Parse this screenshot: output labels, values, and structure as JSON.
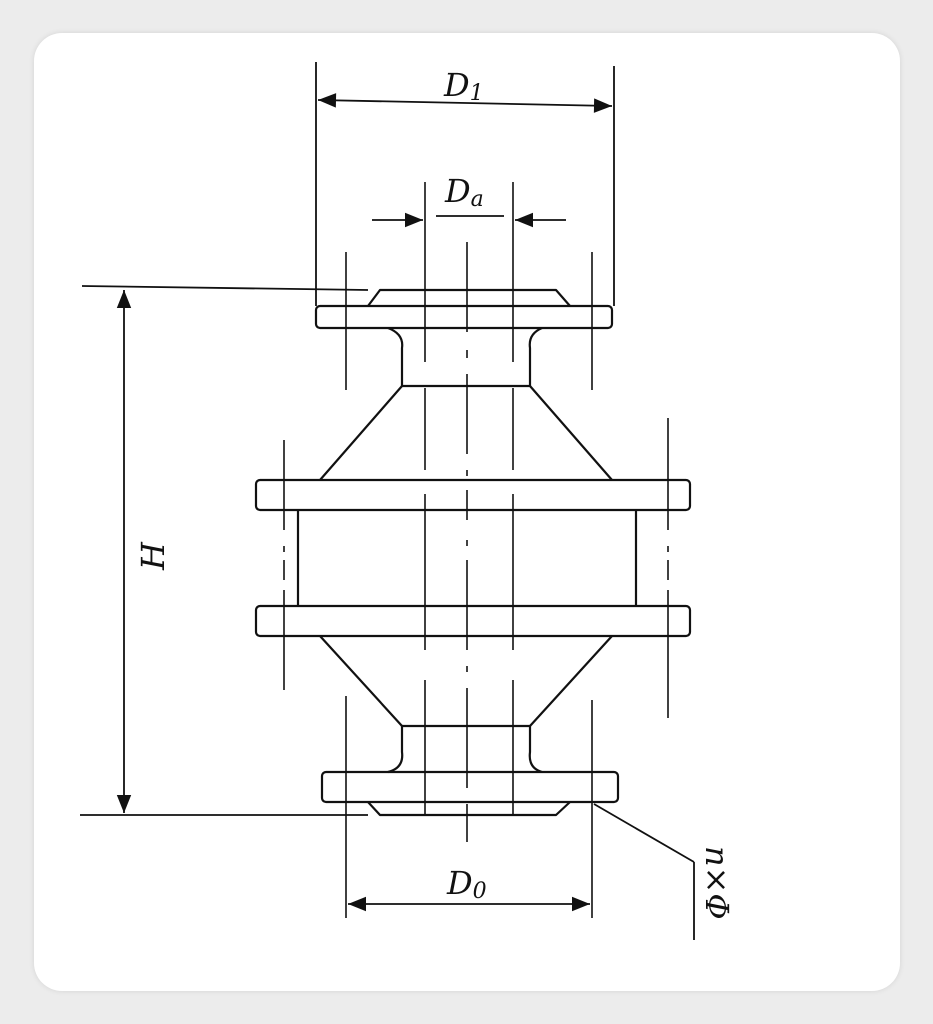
{
  "labels": {
    "d1_main": "D",
    "d1_sub": "1",
    "da_main": "D",
    "da_sub": "a",
    "h": "H",
    "d0_main": "D",
    "d0_sub": "0",
    "bolt": "n×Φ"
  },
  "colors": {
    "line": "#111111",
    "background": "#ffffff"
  }
}
